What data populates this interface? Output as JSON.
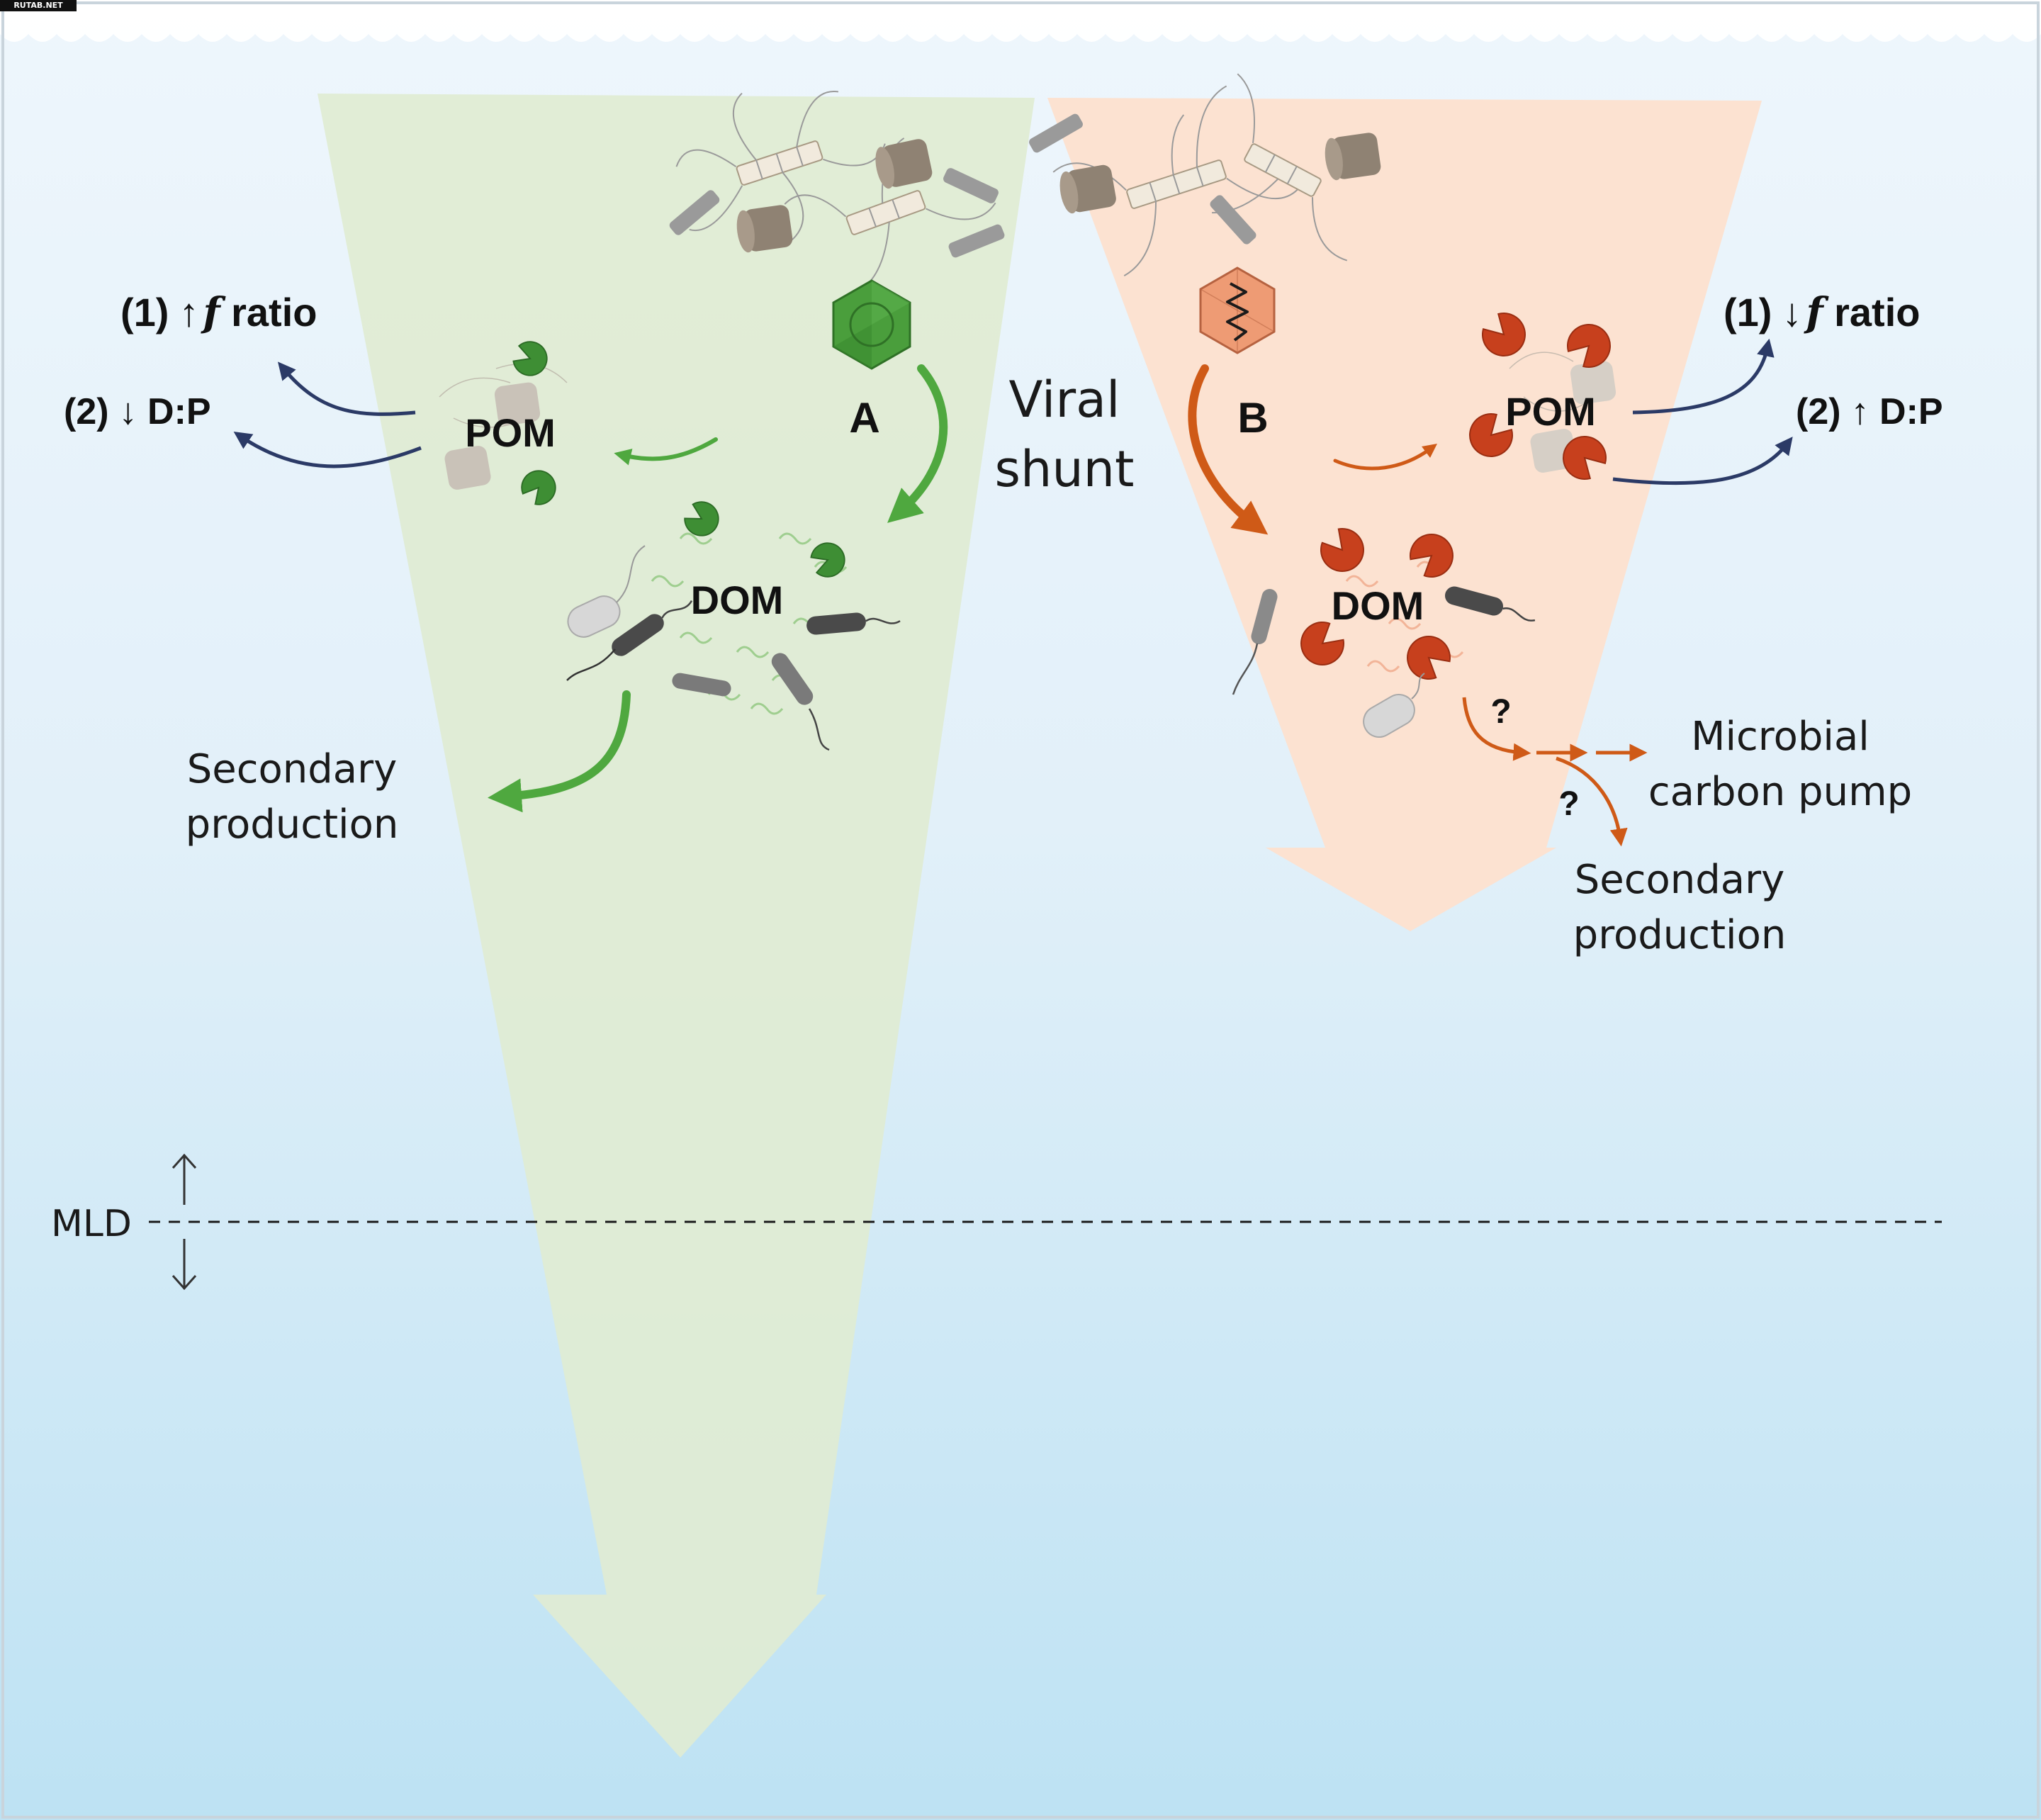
{
  "watermark": "RUTAB.NET",
  "pathways": {
    "a": {
      "label": "A",
      "pom_label": "POM",
      "dom_label": "DOM",
      "effect_1": {
        "prefix": "(1)",
        "arrow": "↑",
        "f": "f",
        "suffix": " ratio"
      },
      "effect_2": {
        "prefix": "(2)",
        "arrow": "↓",
        "suffix": " D:P"
      },
      "secondary_production": [
        "Secondary",
        "production"
      ]
    },
    "b": {
      "label": "B",
      "pom_label": "POM",
      "dom_label": "DOM",
      "effect_1": {
        "prefix": "(1)",
        "arrow": "↓",
        "f": "f",
        "suffix": " ratio"
      },
      "effect_2": {
        "prefix": "(2)",
        "arrow": "↑",
        "suffix": " D:P"
      },
      "question_mark_1": "?",
      "question_mark_2": "?",
      "microbial_carbon_pump": [
        "Microbial",
        "carbon pump"
      ],
      "secondary_production": [
        "Secondary",
        "production"
      ]
    }
  },
  "center_label": [
    "Viral",
    "shunt"
  ],
  "mld": {
    "label": "MLD"
  },
  "colors": {
    "green_cone": "#e0ecd2",
    "salmon_cone": "#fde0cf",
    "green_arrow": "#4fa83f",
    "orange_arrow": "#cf5a17",
    "navy_arrow": "#2b3a66",
    "enzyme_green": "#3e8e34",
    "enzyme_red": "#c7401d",
    "water_top": "#eaf4fb",
    "water_bottom": "#bfe3f4"
  },
  "icons": [
    "phytoplankton-chain-icon",
    "diatom-cylinder-icon",
    "rod-cell-icon",
    "green-virus-icon",
    "orange-virus-icon",
    "enzyme-pacman-icon",
    "bacterium-icon",
    "dissolved-organic-matter-icon"
  ]
}
